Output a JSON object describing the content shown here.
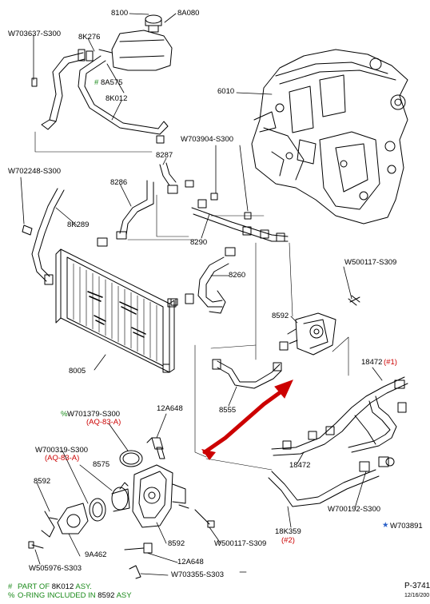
{
  "colors": {
    "line": "#000000",
    "arrow": "#cc0000",
    "red_note": "#cc0000",
    "green_note": "#1a8a1a",
    "blue_note": "#2a60c8"
  },
  "labels": {
    "p8100": "8100",
    "p8a080": "8A080",
    "w703637": "W703637-S300",
    "p8k276": "8K276",
    "p8a575": "8A575",
    "p8a575_mark": "#",
    "p8k012": "8K012",
    "p6010": "6010",
    "w703904": "W703904-S300",
    "w702248": "W702248-S300",
    "p8287": "8287",
    "p8286": "8286",
    "p8k289": "8K289",
    "p8290": "8290",
    "w500117a": "W500117-S309",
    "p8260": "8260",
    "p8592a": "8592",
    "p8005": "8005",
    "p18472a": "18472",
    "p18472a_note": "(#1)",
    "p8555": "8555",
    "p12a648a": "12A648",
    "w701379": "W701379-S300",
    "w701379_mark": "%",
    "aq83a": "(AQ-83-A)",
    "w700319": "W700319-S300",
    "aq83b": "(AQ-83-A)",
    "p8575": "8575",
    "p18472b": "18472",
    "p8592b": "8592",
    "w700192": "W700192-S300",
    "w703891": "W703891",
    "w703891_mark": "★",
    "p8592c": "8592",
    "p9a462": "9A462",
    "p12a648b": "12A648",
    "w500117b": "W500117-S309",
    "p18k359": "18K359",
    "p18k359_note": "(#2)",
    "w505976": "W505976-S303",
    "w703355": "W703355-S303",
    "figure_id": "P-3741",
    "figure_date": "12/16/200"
  },
  "legend": [
    {
      "symbol": "#",
      "text": "PART OF",
      "ref": "8K012",
      "suffix": "ASY."
    },
    {
      "symbol": "%",
      "text": "O-RING INCLUDED IN",
      "ref": "8592",
      "suffix": "ASY"
    }
  ]
}
